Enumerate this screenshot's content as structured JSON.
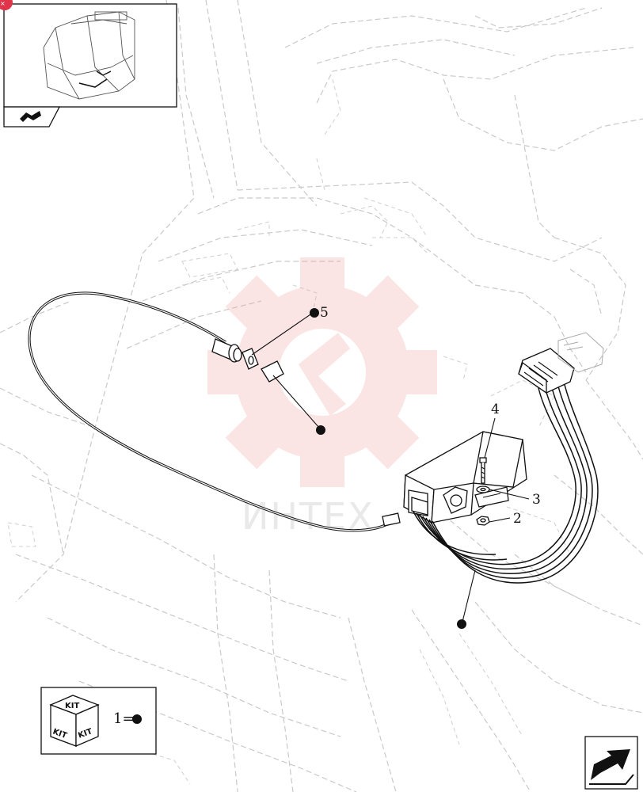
{
  "watermark": {
    "text": "ИНТЕХ",
    "color": "#f5b5b5"
  },
  "callouts": [
    {
      "id": "1",
      "label": ""
    },
    {
      "id": "2",
      "label": "2"
    },
    {
      "id": "3",
      "label": "3"
    },
    {
      "id": "4",
      "label": "4"
    },
    {
      "id": "5",
      "label": "5"
    }
  ],
  "legend": {
    "kit_top": "KIT",
    "kit_left": "KIT",
    "kit_right": "KIT",
    "equation": "1="
  },
  "icons": {
    "thumbnail": "cab-overview-thumbnail",
    "nav_prev": "back-arrow-icon",
    "nav_next": "next-arrow-icon",
    "corner_badge": "badge-icon"
  }
}
